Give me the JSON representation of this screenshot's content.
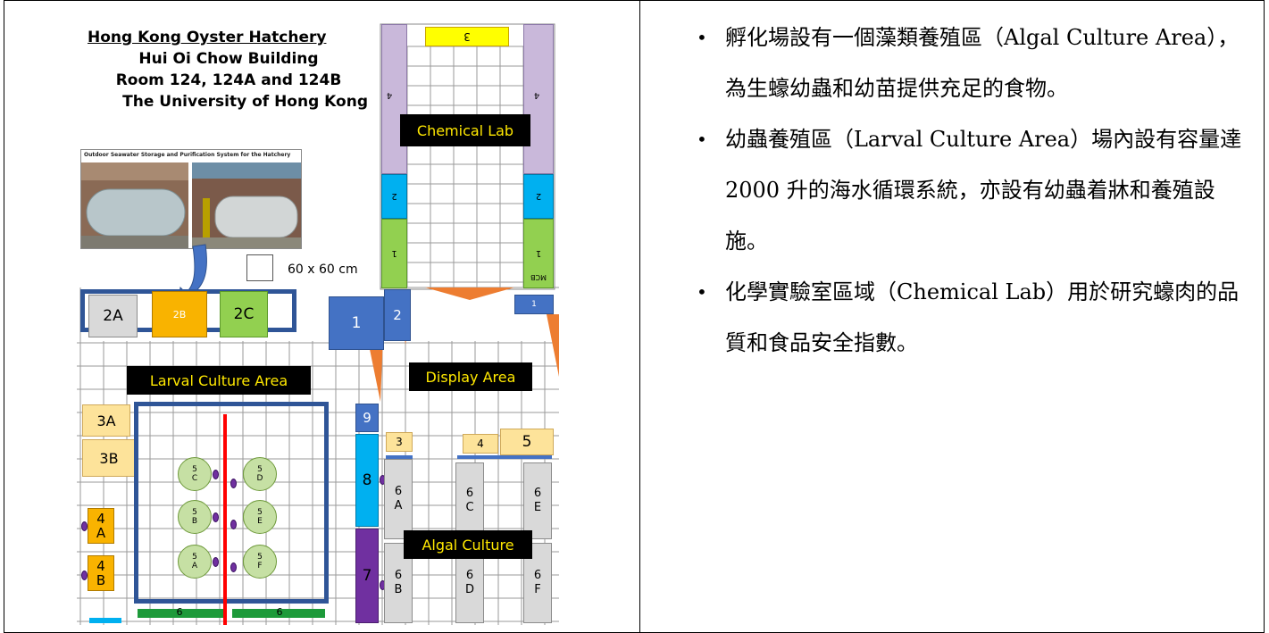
{
  "plan": {
    "title_lines": [
      "Hong Kong Oyster Hatchery",
      "Hui Oi Chow Building",
      "Room 124, 124A and 124B",
      "The University of Hong Kong"
    ],
    "photo_caption": "Outdoor Seawater Storage and Purification System for the Hatchery",
    "scale_label": "60 x 60 cm",
    "area_labels": {
      "chemical_lab": "Chemical Lab",
      "larval_culture": "Larval Culture Area",
      "display_area": "Display Area",
      "algal_culture": "Algal Culture"
    },
    "chem_labels": {
      "top": "3",
      "side4": "4",
      "side2": "2",
      "side1": "1",
      "mcb": "MCB"
    },
    "larval_boxes": [
      "2A",
      "2B",
      "2C"
    ],
    "left_boxes": [
      "3A",
      "3B"
    ],
    "tray_4": [
      {
        "n": "4",
        "s": "A"
      },
      {
        "n": "4",
        "s": "B"
      }
    ],
    "tanks": [
      {
        "n": "5",
        "s": "C"
      },
      {
        "n": "5",
        "s": "D"
      },
      {
        "n": "5",
        "s": "B"
      },
      {
        "n": "5",
        "s": "E"
      },
      {
        "n": "5",
        "s": "A"
      },
      {
        "n": "5",
        "s": "F"
      }
    ],
    "floor_numbers": {
      "b1": "1",
      "b2": "2",
      "b1_small": "1",
      "b9": "9",
      "b8": "8",
      "b7": "7",
      "b6_left": "6",
      "b6_right": "6"
    },
    "algal_top": [
      "3",
      "4",
      "5"
    ],
    "algal_tanks": [
      {
        "n": "6",
        "s": "A"
      },
      {
        "n": "6",
        "s": "C"
      },
      {
        "n": "6",
        "s": "E"
      },
      {
        "n": "6",
        "s": "B"
      },
      {
        "n": "6",
        "s": "D"
      },
      {
        "n": "6",
        "s": "F"
      }
    ],
    "colors": {
      "orange": "#f9b300",
      "green": "#92d050",
      "blue": "#4472c4",
      "cyan": "#00b0f0",
      "purple": "#7030a0",
      "frame": "#2f5597",
      "red_line": "#ff0000",
      "arrow": "#ed7d31"
    }
  },
  "notes": [
    {
      "bullet": "•",
      "text": "孵化場設有一個藻類養殖區（Algal Culture Area），為生蠔幼蟲和幼苗提供充足的食物。"
    },
    {
      "bullet": "•",
      "text": "幼蟲養殖區（Larval Culture Area）場內設有容量達 2000 升的海水循環系統，亦設有幼蟲着牀和養殖設施。"
    },
    {
      "bullet": "•",
      "text": "化學實驗室區域（Chemical Lab）用於研究蠔肉的品質和食品安全指數。"
    }
  ]
}
